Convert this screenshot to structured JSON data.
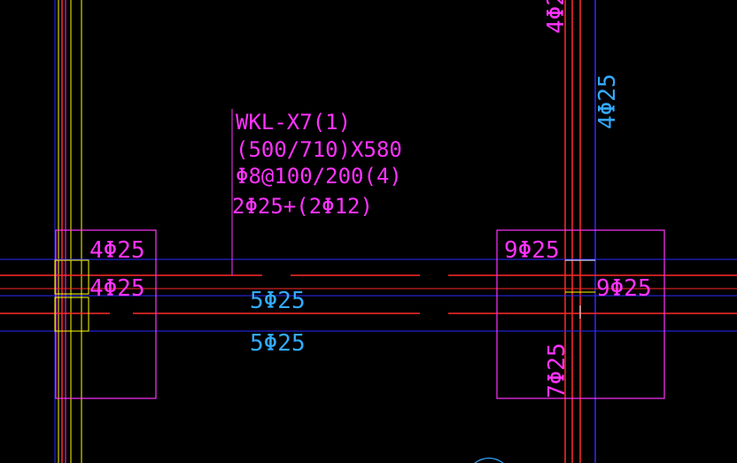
{
  "colors": {
    "background": "#000000",
    "red": "#ff2a2a",
    "blue": "#2a2aff",
    "yellow": "#ffff00",
    "magenta": "#ff33ff",
    "cyan": "#33aaff",
    "white": "#ffffff"
  },
  "beam_annotation": {
    "name": "WKL-X7(1)",
    "section": "(500/710)X580",
    "stirrups": "Φ8@100/200(4)",
    "top_bars": "2Φ25+(2Φ12)"
  },
  "labels": {
    "left_col_top": "4Φ25",
    "left_col_mid": "4Φ25",
    "right_col_top": "9Φ25",
    "right_col_side": "9Φ25",
    "beam_upper": "5Φ25",
    "beam_lower": "5Φ25",
    "right_vertical_bottom": "7Φ25",
    "right_vertical_top": "4Φ25",
    "right_top_clip": "4Φ2"
  }
}
